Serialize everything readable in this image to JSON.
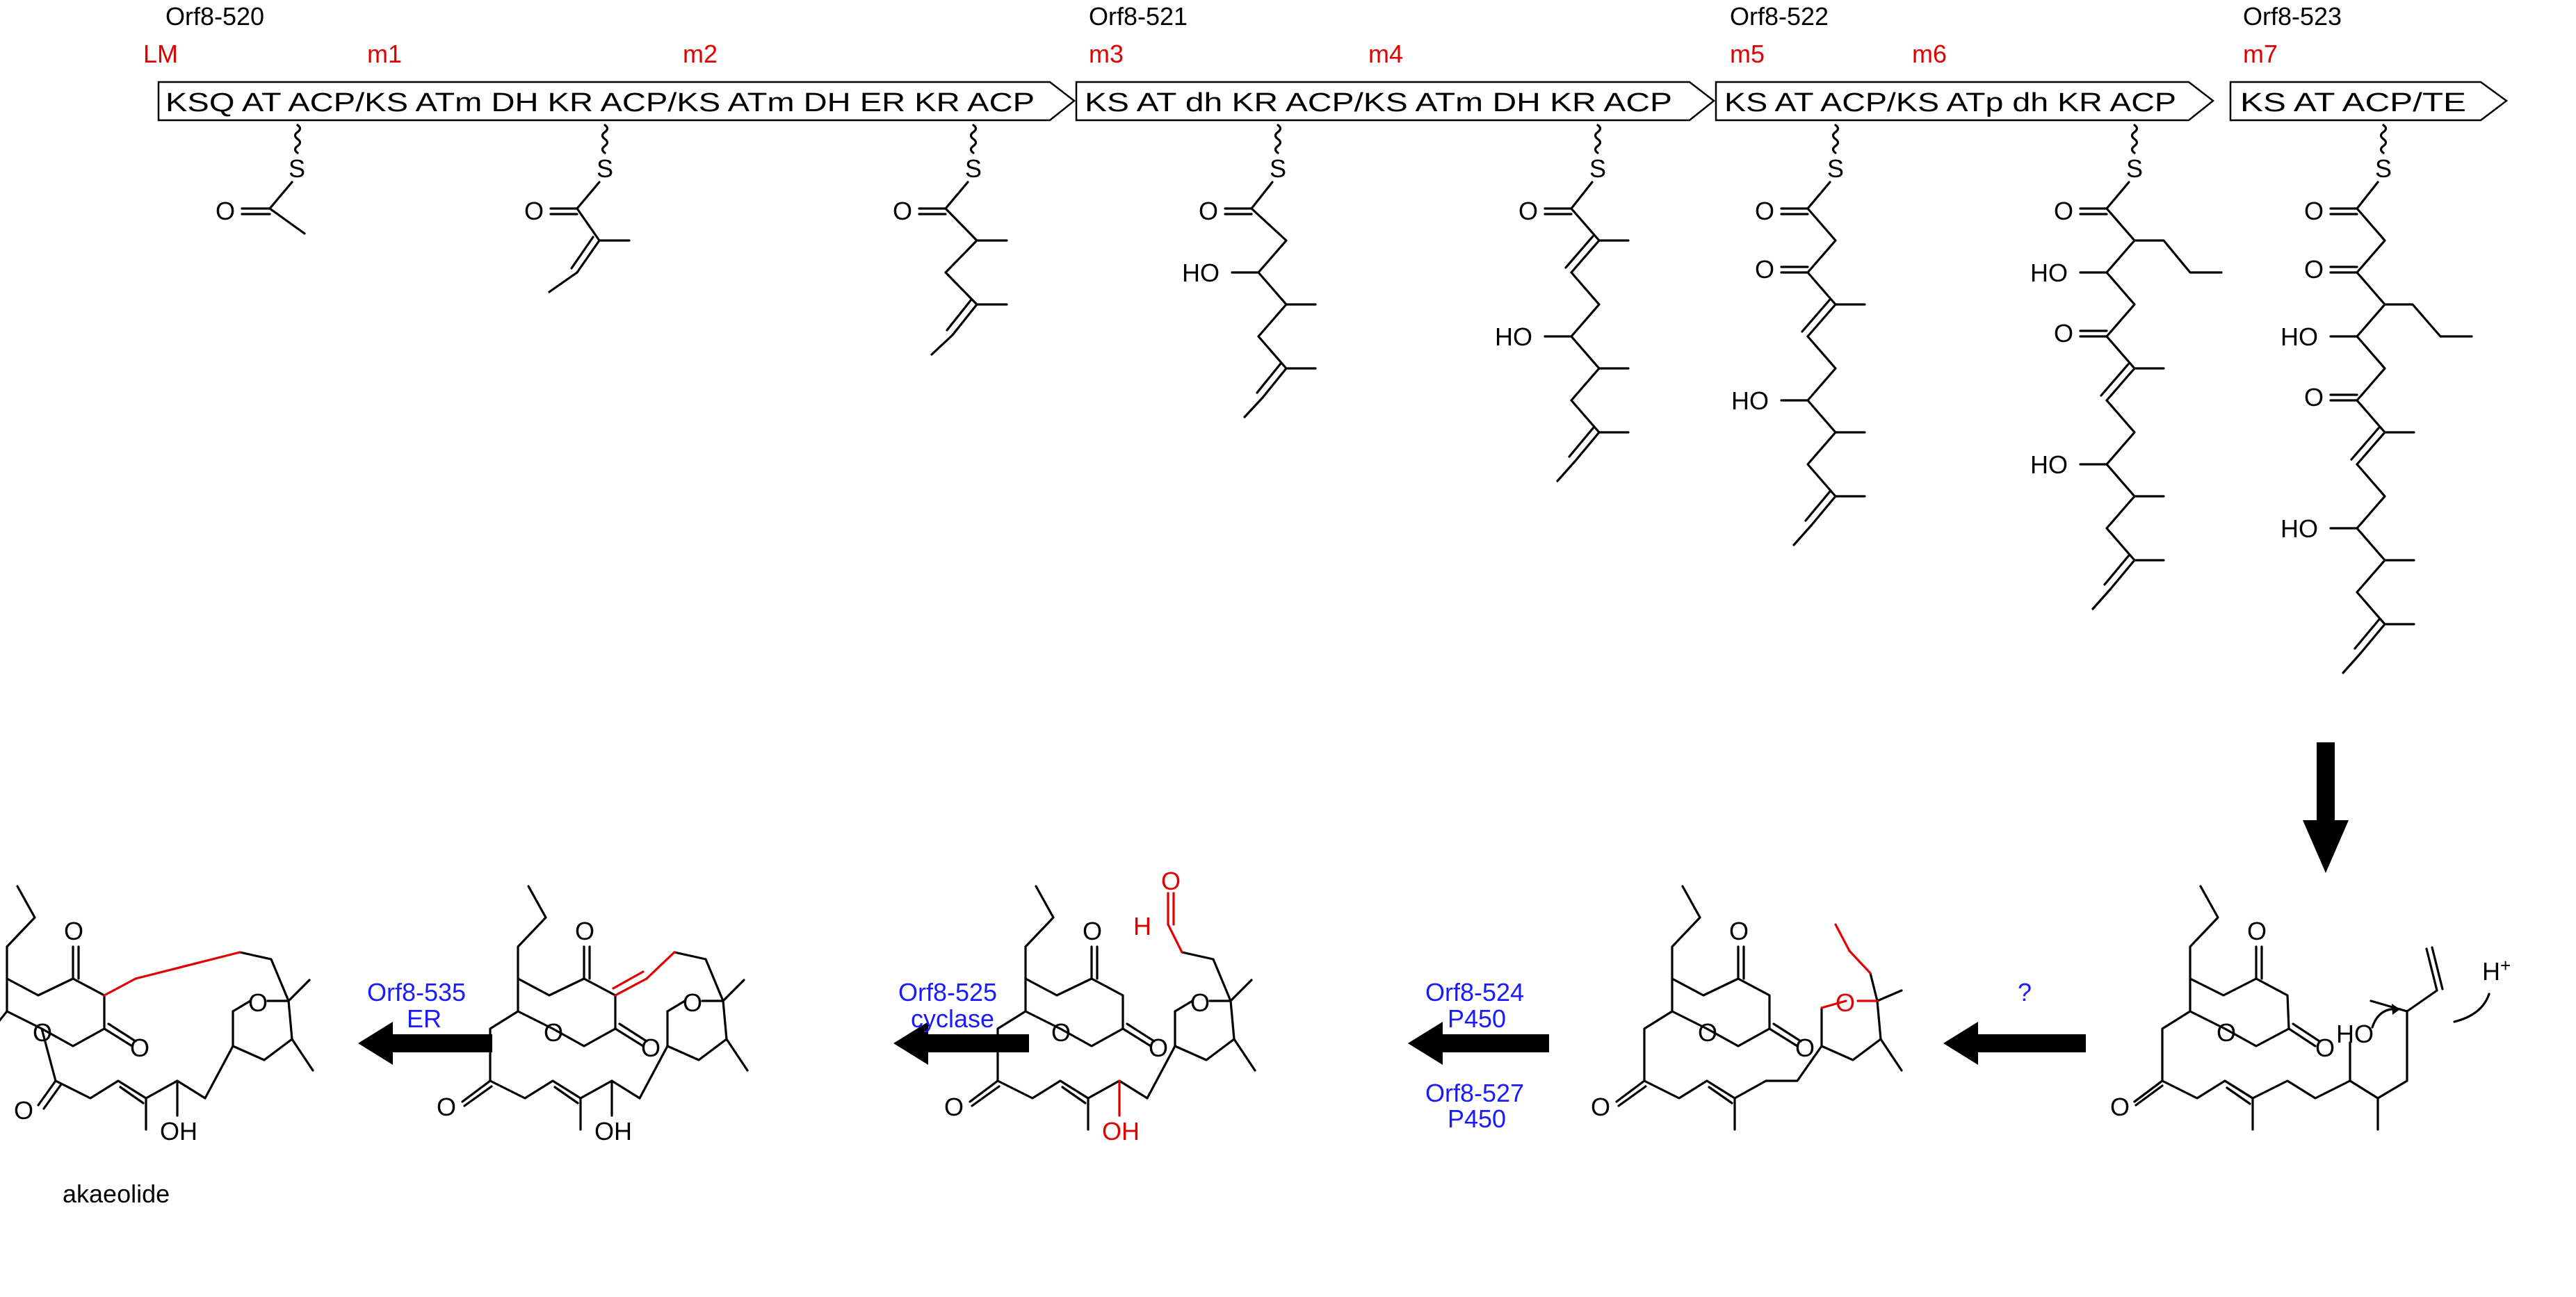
{
  "proteins": [
    {
      "name": "Orf8-520",
      "domains": "KSQ AT ACP/KS ATm DH KR ACP/KS ATm DH ER KR ACP",
      "modules": [
        "LM",
        "m1",
        "m2"
      ]
    },
    {
      "name": "Orf8-521",
      "domains": "KS AT dh KR ACP/KS ATm DH KR ACP",
      "modules": [
        "m3",
        "m4"
      ]
    },
    {
      "name": "Orf8-522",
      "domains": "KS AT ACP/KS ATp dh KR ACP",
      "modules": [
        "m5",
        "m6"
      ]
    },
    {
      "name": "Orf8-523",
      "domains": "KS AT ACP/TE",
      "modules": [
        "m7"
      ]
    }
  ],
  "atoms": {
    "O": "O",
    "S": "S",
    "HO": "HO",
    "OH": "OH",
    "H": "H",
    "Hplus": "H",
    "plus": "+"
  },
  "steps": [
    {
      "enzyme1": "?",
      "enzyme2": ""
    },
    {
      "enzyme1": "Orf8-524",
      "enzyme2": "P450",
      "enzyme3": "Orf8-527",
      "enzyme4": "P450"
    },
    {
      "enzyme1": "Orf8-525",
      "enzyme2": "cyclase"
    },
    {
      "enzyme1": "Orf8-535",
      "enzyme2": "ER"
    }
  ],
  "product_name": "akaeolide",
  "colors": {
    "module_label": "#e00000",
    "enzyme_label": "#1a1aff",
    "highlight": "#e00000",
    "line": "#000000"
  }
}
